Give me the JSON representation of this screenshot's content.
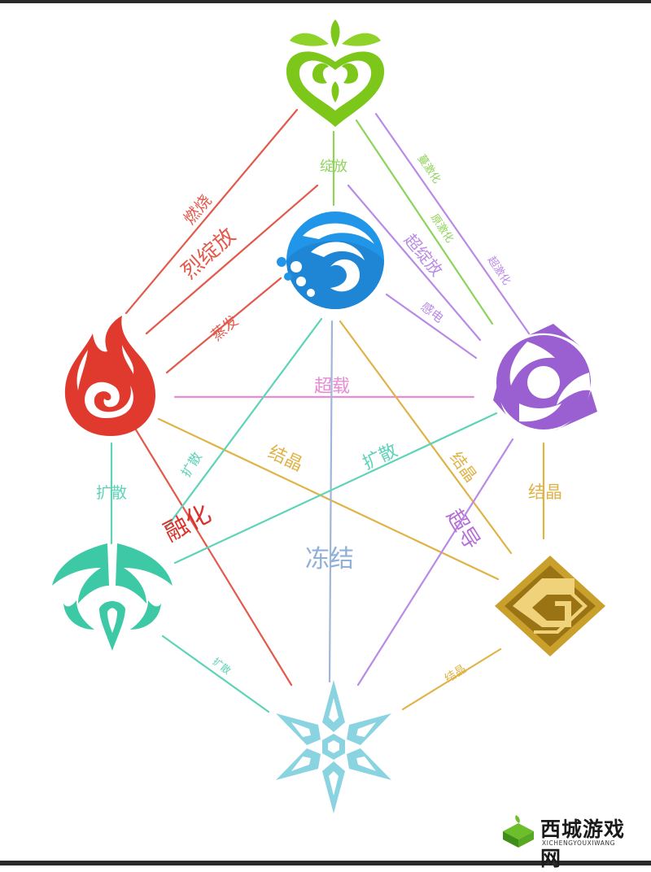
{
  "colors": {
    "dendro": "#7cc71a",
    "hydro": "#2196e8",
    "pyro": "#e0392e",
    "electro": "#9a5fd0",
    "anemo": "#3ec9a6",
    "geo": "#c9a02c",
    "cryo": "#8ad3e0",
    "line_red": "#e35a4c",
    "line_green": "#8fd35a",
    "line_purple": "#b98ae6",
    "line_pink": "#e88ad4",
    "line_gold": "#e0b347",
    "line_teal": "#5fd3b8",
    "line_ice": "#9ad4dc",
    "line_dblue": "#9fb6d8",
    "line_pink_purple": "#b56fd6"
  },
  "elements": {
    "dendro": "dendro-emblem",
    "hydro": "hydro-emblem",
    "pyro": "pyro-emblem",
    "electro": "electro-emblem",
    "anemo": "anemo-emblem",
    "geo": "geo-emblem",
    "cryo": "cryo-emblem"
  },
  "reactions": {
    "bloom_top": "绽放",
    "burning": "燃烧",
    "burgeon": "烈绽放",
    "vaporize": "蒸发",
    "quicken": "蔓激化",
    "aggravate": "原激化",
    "hyperbloom": "超绽放",
    "spread": "超激化",
    "electro_charged": "感电",
    "overloaded": "超载",
    "swirl_pyro": "扩散",
    "crystallize_pyro": "结晶",
    "swirl_hydro": "扩散",
    "crystallize_hydro": "结晶",
    "melt": "融化",
    "frozen": "冻结",
    "superconduct": "超导",
    "crystallize_electro": "结晶",
    "swirl_side": "扩散",
    "swirl_cryo": "扩散",
    "crystallize_cryo": "结晶"
  },
  "watermark": {
    "title": "西城游戏网",
    "subtitle": "XICHENGYOUXIWANG"
  }
}
